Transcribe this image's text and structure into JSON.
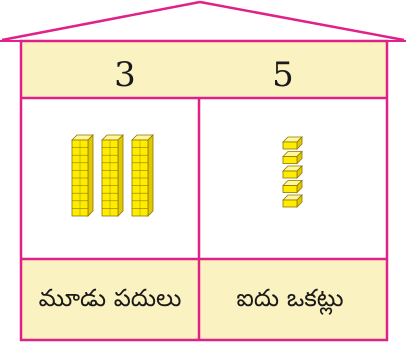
{
  "colors": {
    "frame": "#e0218a",
    "band": "#fbf2c2",
    "cube_fill": "#ffec00",
    "cube_stroke": "#8c7800"
  },
  "place_value": {
    "tens": {
      "digit": "3",
      "label": "మూడు పదులు",
      "rods": 3,
      "cubes_per_rod": 10
    },
    "ones": {
      "digit": "5",
      "label": "ఐదు ఒకట్లు",
      "units": 5
    }
  }
}
